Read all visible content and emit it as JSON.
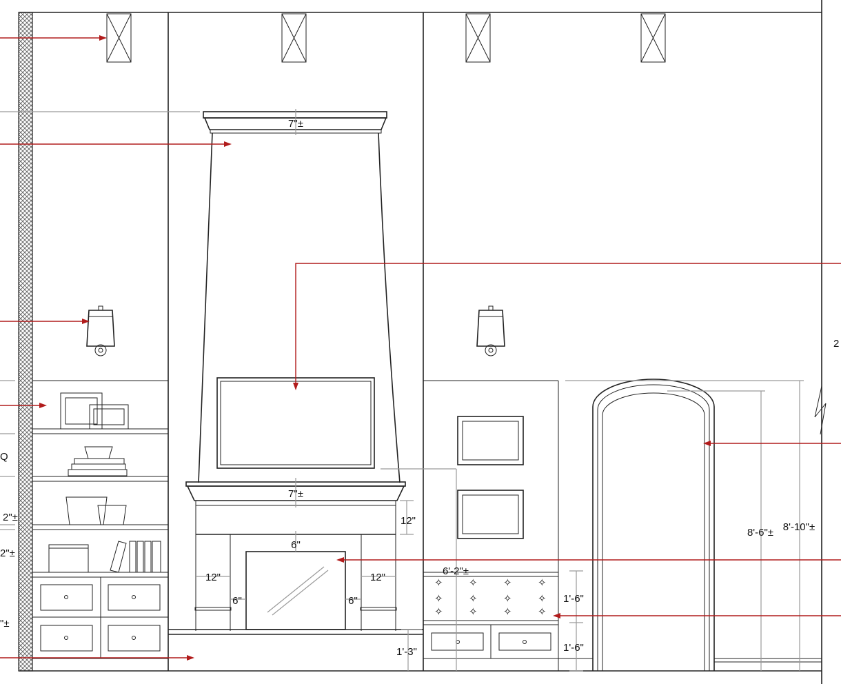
{
  "dimensions": {
    "top_cap": "7\"±",
    "mantel_top": "7\"±",
    "mantel_height": "12\"",
    "firebox_top": "6\"",
    "left_pilaster": "12\"",
    "right_pilaster": "12\"",
    "left_jamb": "6\"",
    "right_jamb": "6\"",
    "hearth": "1'-3\"",
    "bench_height": "6'-2\"±",
    "cushion": "1'-6\"",
    "bench_base": "1'-6\"",
    "arch_inner": "8'-6\"±",
    "arch_outer": "8'-10\"±",
    "left_edge_1": "2\"±",
    "left_edge_2": "2\"±",
    "left_edge_3": "\"±",
    "left_edge_q": "Q",
    "right_edge": "2"
  },
  "colors": {
    "leader": "#b11b1b",
    "dimension_line": "#9a9a9a",
    "linework": "#222222"
  }
}
